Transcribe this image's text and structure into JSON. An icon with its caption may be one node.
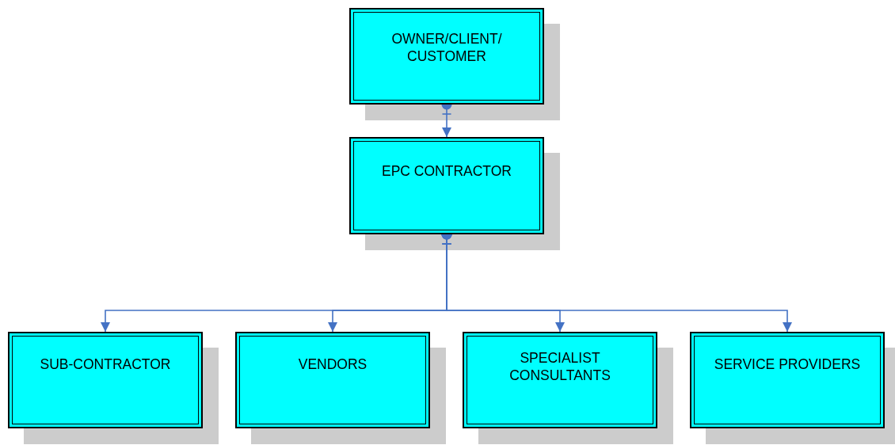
{
  "diagram": {
    "nodes": [
      {
        "text": [
          "OWNER/CLIENT/ CUSTOMER"
        ]
      },
      {
        "text": [
          "EPC CONTRACTOR"
        ]
      },
      {
        "text": [
          "SUB-CONTRACTOR"
        ]
      },
      {
        "text": [
          "VENDORS"
        ]
      },
      {
        "text": [
          "SPECIALIST CONSULTANTS"
        ]
      },
      {
        "text": [
          "SERVICE PROVIDERS"
        ]
      }
    ],
    "edges": [
      {
        "from": 0,
        "to": 1,
        "arrow": "to"
      },
      {
        "from": 1,
        "to": 2,
        "arrow": "to"
      },
      {
        "from": 1,
        "to": 3,
        "arrow": "to"
      },
      {
        "from": 1,
        "to": 4,
        "arrow": "to"
      },
      {
        "from": 1,
        "to": 5,
        "arrow": "to"
      }
    ]
  }
}
